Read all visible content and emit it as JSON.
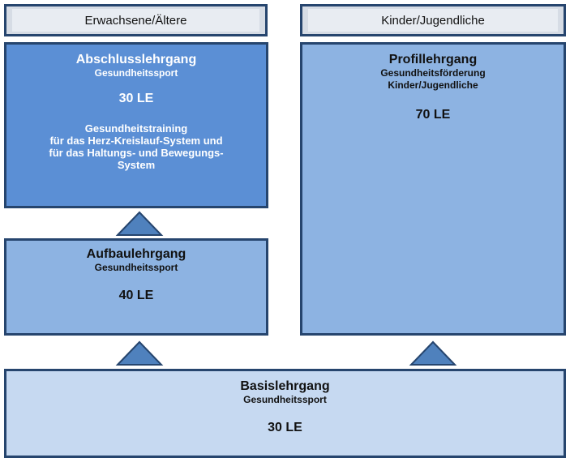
{
  "headers": {
    "left": "Erwachsene/Ältere",
    "right": "Kinder/Jugendliche"
  },
  "abschluss": {
    "title": "Abschlusslehrgang",
    "subtitle": "Gesundheitssport",
    "le": "30 LE",
    "desc_lines": [
      "Gesundheitstraining",
      "für das Herz-Kreislauf-System und",
      "für das Haltungs- und Bewegungs-",
      "System"
    ]
  },
  "profil": {
    "title": "Profillehrgang",
    "subtitle_lines": [
      "Gesundheitsförderung",
      "Kinder/Jugendliche"
    ],
    "le": "70 LE"
  },
  "aufbau": {
    "title": "Aufbaulehrgang",
    "subtitle": "Gesundheitssport",
    "le": "40 LE"
  },
  "basis": {
    "title": "Basislehrgang",
    "subtitle": "Gesundheitssport",
    "le": "30 LE"
  },
  "colors": {
    "border": "#26456e",
    "dark_box": "#5b8fd5",
    "mid_box": "#8db3e2",
    "light_box": "#c6d9f1",
    "arrow": "#4f81bd"
  }
}
